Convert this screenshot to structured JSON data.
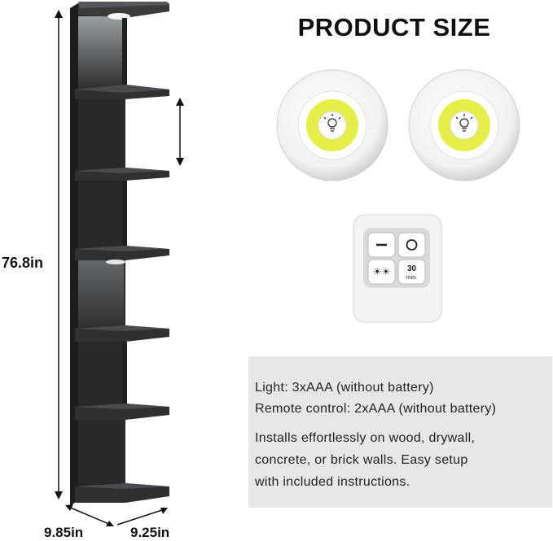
{
  "title": "PRODUCT SIZE",
  "dimensions": {
    "height": "76.8in",
    "depth": "9.85in",
    "width": "9.25in"
  },
  "info": {
    "line1": "Light: 3xAAA (without battery)",
    "line2": "Remote control: 2xAAA (without battery)",
    "line3": "Installs effortlessly on wood, drywall,",
    "line4": "concrete, or brick walls. Easy setup",
    "line5": "with included instructions."
  },
  "remote": {
    "timer_value": "30",
    "timer_unit": "min."
  },
  "colors": {
    "shelf": "#2a2a2c",
    "light_ring": "#e6ef4a",
    "info_bg": "#e7e7e7"
  }
}
